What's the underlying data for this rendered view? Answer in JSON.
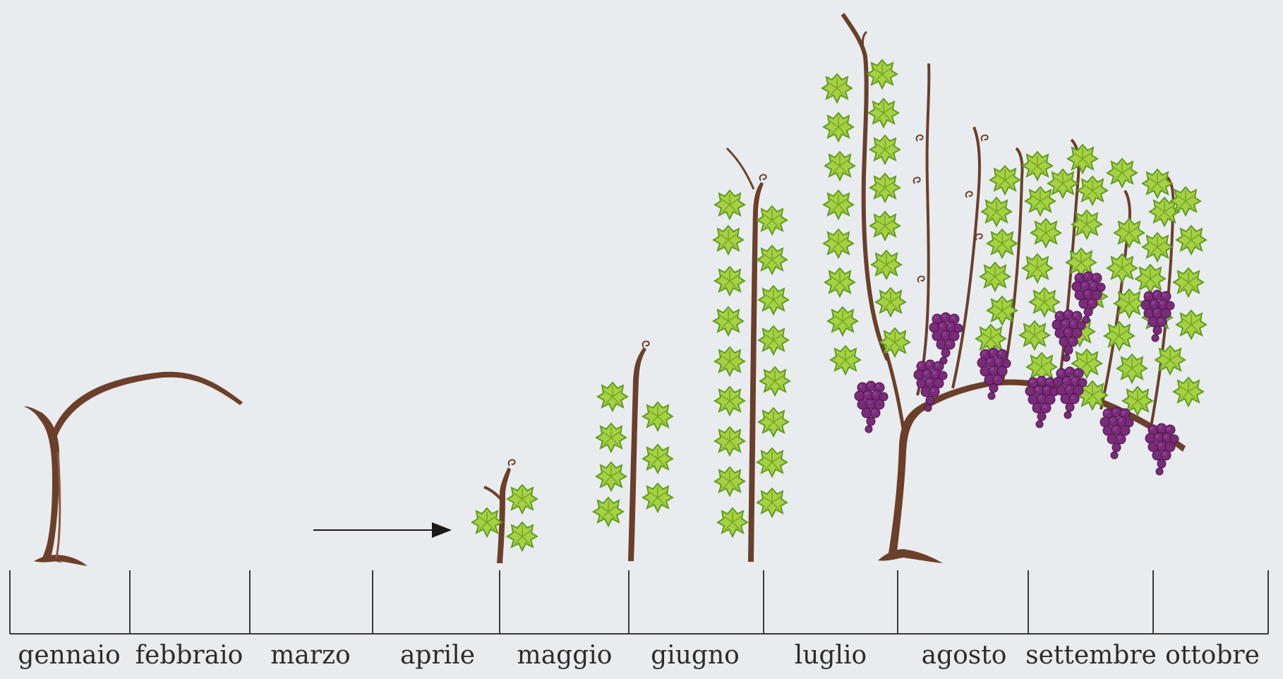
{
  "timeline": {
    "months": [
      "gennaio",
      "febbraio",
      "marzo",
      "aprile",
      "maggio",
      "giugno",
      "luglio",
      "agosto",
      "settembre",
      "ottobre"
    ]
  },
  "plants": [
    {
      "name": "bare-vine",
      "month": "gennaio",
      "stage": "dormant"
    },
    {
      "name": "sprouting-vine",
      "month": "aprile",
      "stage": "budding"
    },
    {
      "name": "leafy-shoot-maggio",
      "month": "maggio",
      "stage": "leafing"
    },
    {
      "name": "tall-shoot-giugno",
      "month": "giugno",
      "stage": "growth"
    },
    {
      "name": "mature-vine-luglio",
      "month": "luglio",
      "stage": "fruiting"
    }
  ],
  "colors": {
    "background": "#e9ecef",
    "bark": "#6b3f2a",
    "leaf": "#9ccc3c",
    "leaf_dark": "#5f9a1e",
    "grape": "#6a2469",
    "grape_light": "#8b3a8a",
    "axis": "#3a3a3a",
    "arrow": "#1a1a1a"
  }
}
